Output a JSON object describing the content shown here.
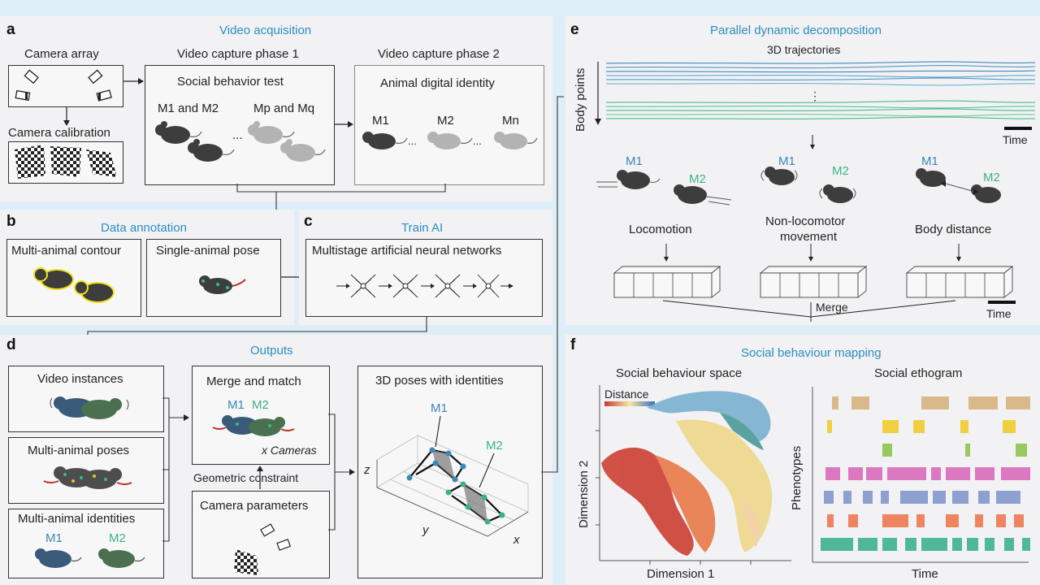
{
  "colors": {
    "accent": "#2b8cc4",
    "mouse_gray": "#3d3d3d",
    "mouse_light": "#a8a8a8",
    "m1": "#3a87b8",
    "m2": "#3cb37d",
    "bg": "#ddeef8",
    "panel": "#f2f2f4"
  },
  "panel_a": {
    "letter": "a",
    "title": "Video acquisition",
    "camera_array": "Camera array",
    "camera_calibration": "Camera calibration",
    "phase1": "Video capture phase 1",
    "phase2": "Video capture phase 2",
    "social_test": "Social behavior test",
    "m1m2": "M1 and M2",
    "mpmq": "Mp and Mq",
    "ellipsis": "...",
    "digital_identity": "Animal digital identity",
    "m1": "M1",
    "m2": "M2",
    "mn": "Mn"
  },
  "panel_b": {
    "letter": "b",
    "title": "Data annotation",
    "contour": "Multi-animal contour",
    "pose": "Single-animal pose"
  },
  "panel_c": {
    "letter": "c",
    "title": "Train AI",
    "networks": "Multistage artificial neural networks"
  },
  "panel_d": {
    "letter": "d",
    "title": "Outputs",
    "instances": "Video instances",
    "poses": "Multi-animal poses",
    "identities": "Multi-animal identities",
    "m1": "M1",
    "m2": "M2",
    "merge": "Merge and match",
    "cameras": "x Cameras",
    "constraint": "Geometric constraint",
    "cam_params": "Camera parameters",
    "poses3d": "3D poses with identities",
    "axis_z": "z",
    "axis_y": "y",
    "axis_x": "x"
  },
  "panel_e": {
    "letter": "e",
    "title": "Parallel dynamic decomposition",
    "trajectories": "3D trajectories",
    "body_points": "Body points",
    "time": "Time",
    "dots": "⋮",
    "m1": "M1",
    "m2": "M2",
    "locomotion": "Locomotion",
    "nonloco": "Non-locomotor",
    "movement": "movement",
    "body_distance": "Body distance",
    "merge": "Merge"
  },
  "panel_f": {
    "letter": "f",
    "title": "Social behaviour mapping",
    "space": "Social behaviour space",
    "distance": "Distance",
    "dim1": "Dimension 1",
    "dim2": "Dimension 2",
    "ethogram": "Social ethogram",
    "phenotypes": "Phenotypes",
    "time": "Time"
  }
}
